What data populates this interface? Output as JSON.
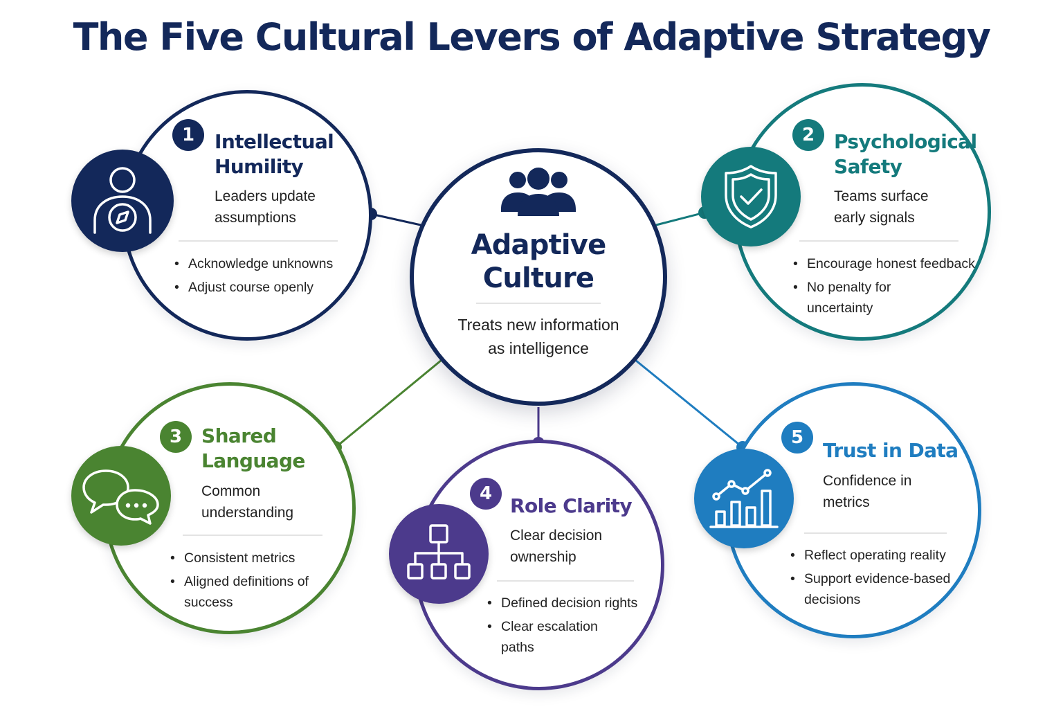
{
  "title": "The Five Cultural Levers of Adaptive Strategy",
  "center": {
    "icon": "team-icon",
    "title": "Adaptive Culture",
    "subtitle": "Treats new information as intelligence",
    "color": "#13285a"
  },
  "levers": [
    {
      "number": "1",
      "title": "Intellectual Humility",
      "subtitle": "Leaders update assumptions",
      "bullets": [
        "Acknowledge unknowns",
        "Adjust course openly"
      ],
      "icon": "person-compass-icon",
      "color": "#13285a"
    },
    {
      "number": "2",
      "title": "Psychological Safety",
      "subtitle": "Teams surface early signals",
      "bullets": [
        "Encourage honest feedback",
        "No penalty for uncertainty"
      ],
      "icon": "shield-check-icon",
      "color": "#147a7c"
    },
    {
      "number": "3",
      "title": "Shared Language",
      "subtitle": "Common understanding",
      "bullets": [
        "Consistent metrics",
        "Aligned definitions of success"
      ],
      "icon": "speech-bubbles-icon",
      "color": "#4a8431"
    },
    {
      "number": "4",
      "title": "Role Clarity",
      "subtitle": "Clear decision ownership",
      "bullets": [
        "Defined decision rights",
        "Clear escalation paths"
      ],
      "icon": "org-chart-icon",
      "color": "#4c3a8c"
    },
    {
      "number": "5",
      "title": "Trust in Data",
      "subtitle": "Confidence in metrics",
      "bullets": [
        "Reflect operating reality",
        "Support evidence-based decisions"
      ],
      "icon": "bar-chart-trend-icon",
      "color": "#1f7dc0"
    }
  ]
}
